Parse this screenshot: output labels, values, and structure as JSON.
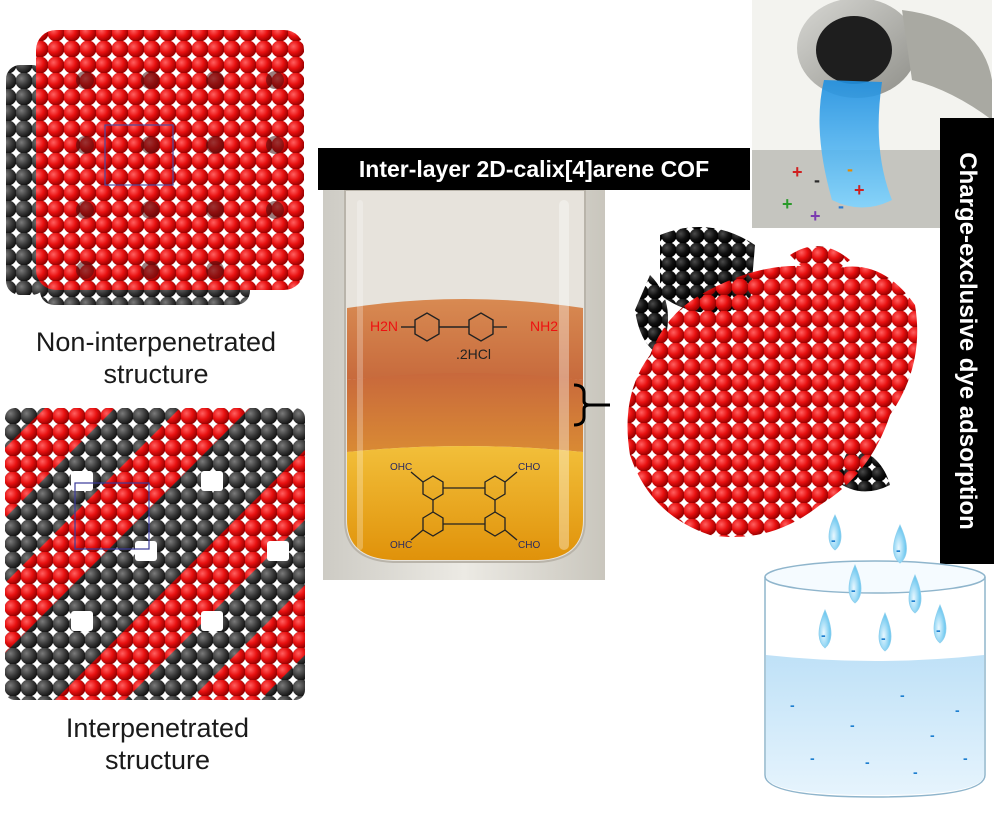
{
  "captions": {
    "non_interpenetrated": [
      "Non-interpenetrated",
      "structure"
    ],
    "interpenetrated": [
      "Interpenetrated",
      "structure"
    ]
  },
  "center": {
    "title": "Inter-layer 2D-calix[4]arene COF",
    "amine_left": "H2N",
    "amine_right": "NH2",
    "salt": ".2HCl",
    "aldehyde_labels": [
      "OHC",
      "CHO",
      "OHC",
      "CHO"
    ]
  },
  "right": {
    "vertical_title": "Charge-exclusive dye adsorption"
  },
  "colors": {
    "accent_red": "#e41a1a",
    "dark_gray": "#333333",
    "water_blue": "#3aa8e6",
    "black": "#000000"
  }
}
